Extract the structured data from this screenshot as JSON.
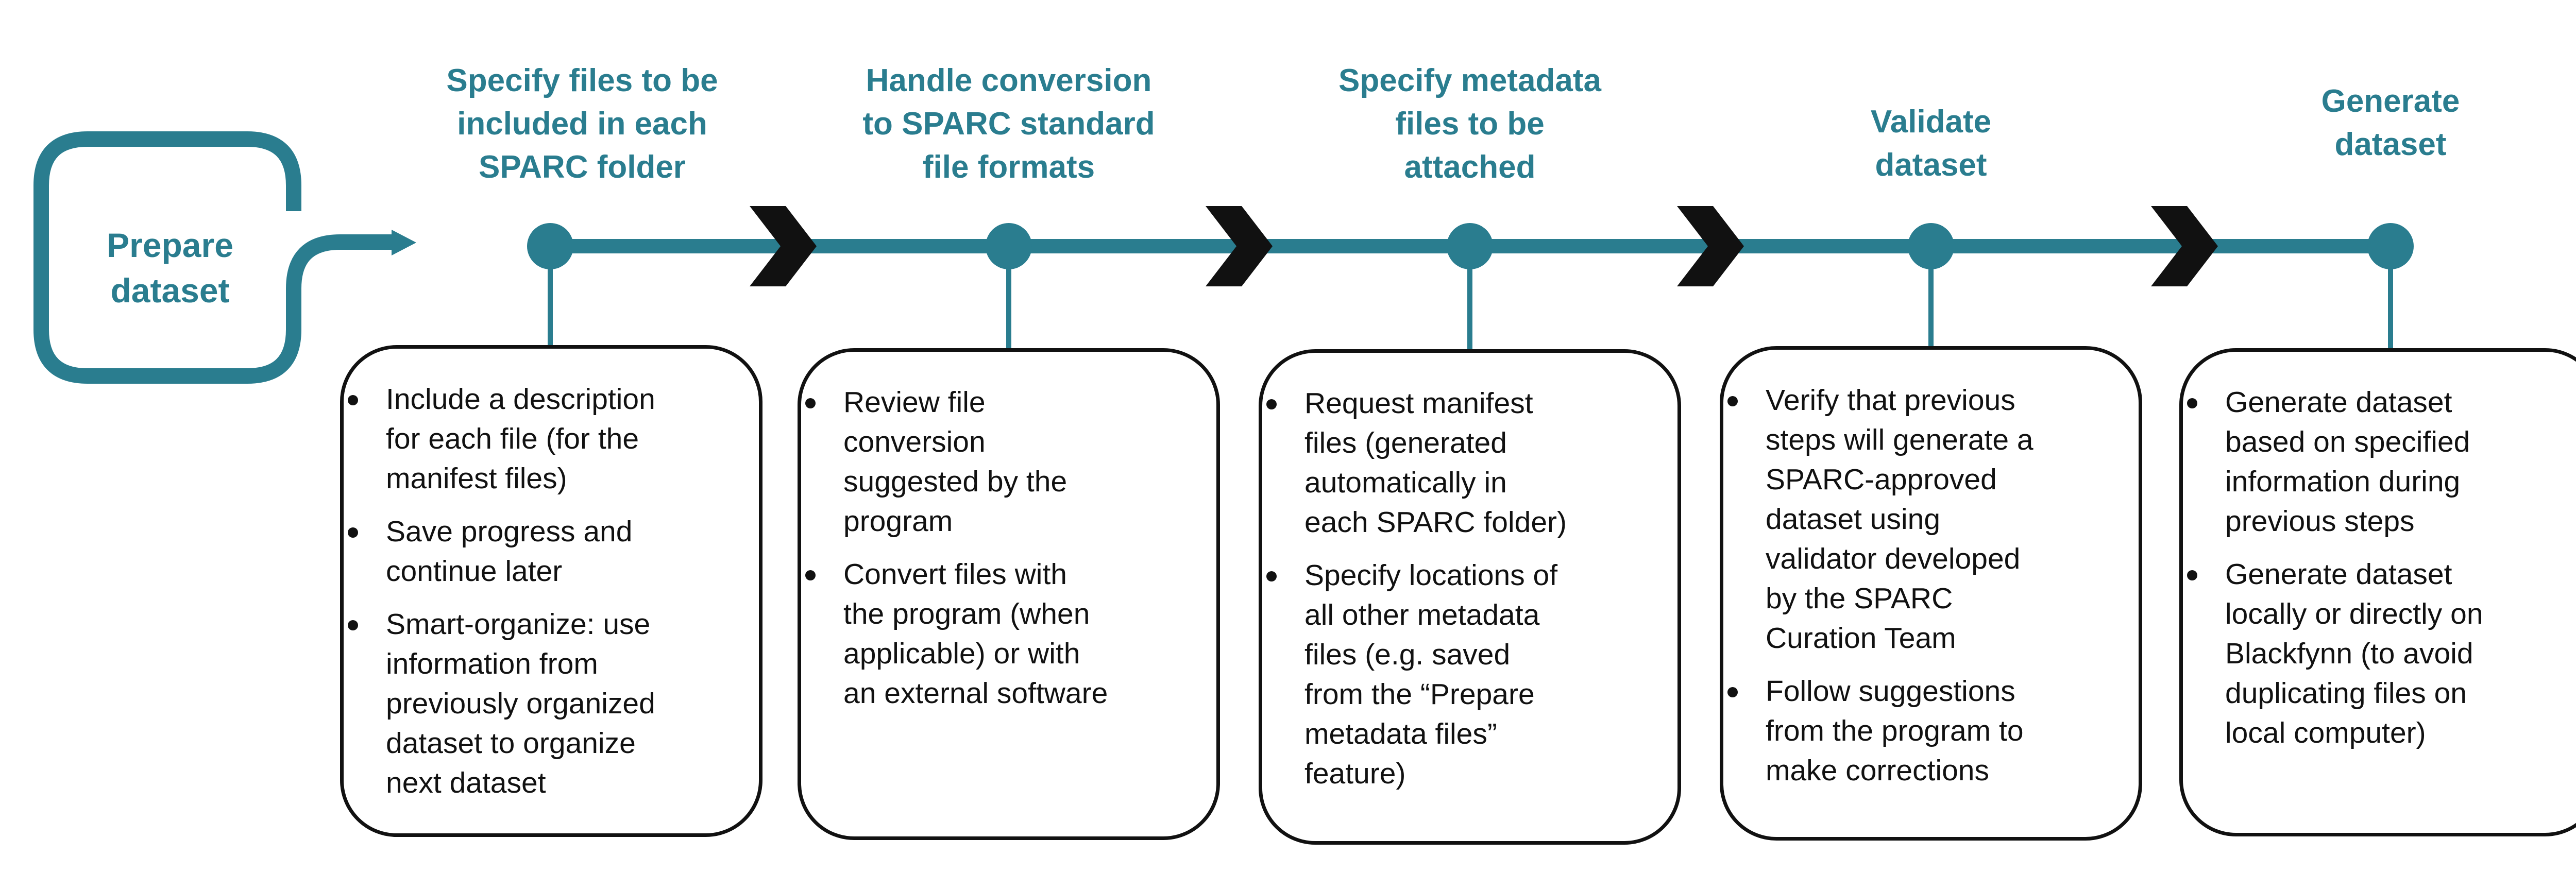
{
  "start": {
    "lines": [
      "Prepare",
      "dataset"
    ]
  },
  "steps": [
    {
      "title_lines": [
        "Specify files to be",
        "included in each",
        "SPARC folder"
      ],
      "bullets": [
        [
          "Include a description",
          "for each file (for the",
          "manifest files)"
        ],
        [
          "Save progress and",
          "continue later"
        ],
        [
          "Smart-organize: use",
          "information from",
          "previously organized",
          "dataset to organize",
          "next dataset"
        ]
      ]
    },
    {
      "title_lines": [
        "Handle conversion",
        "to SPARC standard",
        "file formats"
      ],
      "bullets": [
        [
          "Review file",
          "conversion",
          "suggested by the",
          "program"
        ],
        [
          "Convert files with",
          "the program (when",
          "applicable) or with",
          "an external software"
        ]
      ]
    },
    {
      "title_lines": [
        "Specify metadata",
        "files to be",
        "attached"
      ],
      "bullets": [
        [
          "Request manifest",
          "files (generated",
          "automatically in",
          "each SPARC folder)"
        ],
        [
          "Specify locations of",
          "all other metadata",
          "files (e.g. saved",
          "from the “Prepare",
          "metadata files”",
          "feature)"
        ]
      ]
    },
    {
      "title_lines": [
        "Validate",
        "dataset"
      ],
      "bullets": [
        [
          "Verify that previous",
          "steps will generate a",
          "SPARC-approved",
          "dataset using",
          "validator developed",
          "by the SPARC",
          "Curation Team"
        ],
        [
          "Follow suggestions",
          "from the program to",
          "make corrections"
        ]
      ]
    },
    {
      "title_lines": [
        "Generate",
        "dataset"
      ],
      "bullets": [
        [
          "Generate dataset",
          "based on specified",
          "information during",
          "previous steps"
        ],
        [
          "Generate dataset",
          "locally or directly on",
          "Blackfynn (to avoid",
          "duplicating files on",
          "local computer)"
        ]
      ]
    }
  ],
  "colors": {
    "accent": "#2a7d8f",
    "chevron": "#111111",
    "text": "#111111"
  }
}
